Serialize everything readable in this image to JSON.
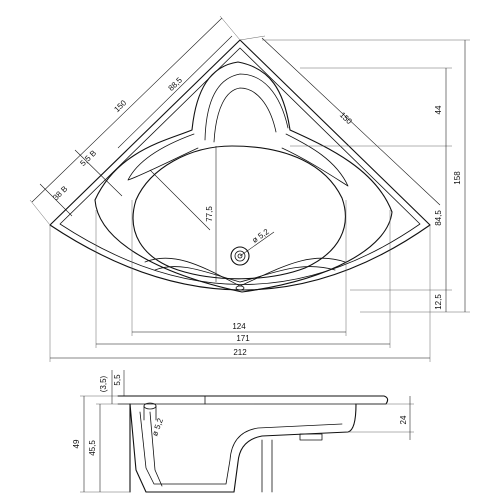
{
  "colors": {
    "line": "#111111",
    "background": "#ffffff"
  },
  "plan": {
    "dims": {
      "side_left": "150",
      "inner_top": "88,5",
      "side_right": "150",
      "corner_a": "5,5 B",
      "corner_b": "38 B",
      "depth_inner": "77,5",
      "drain": "ø 5,2",
      "r_44": "44",
      "r_158": "158",
      "r_84": "84,5",
      "r_12": "12,5",
      "w_124": "124",
      "w_171": "171",
      "w_212": "212"
    }
  },
  "section": {
    "dims": {
      "top_35": "(3,5)",
      "top_55": "5,5",
      "h_49": "49",
      "h_455": "45,5",
      "drain": "ø 5,2",
      "r_24": "24"
    }
  }
}
